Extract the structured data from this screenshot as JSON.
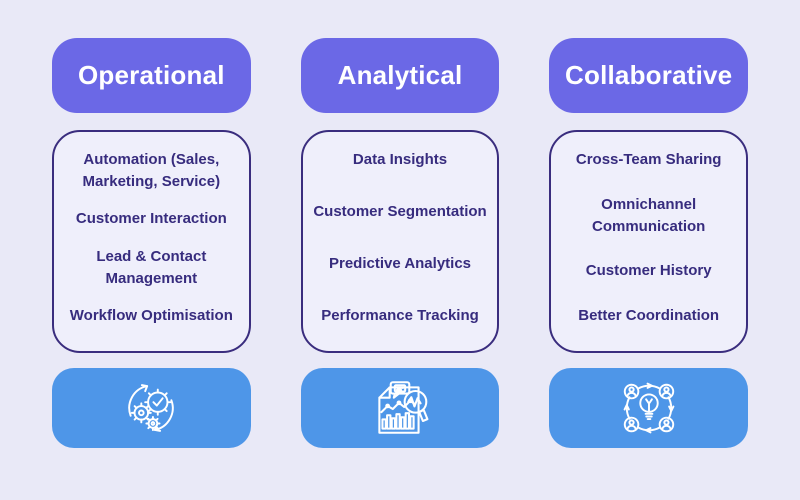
{
  "colors": {
    "page_bg": "#E9E9F7",
    "header_purple": "#6B68E6",
    "icon_blue": "#4E96E8",
    "outline_purple": "#3A2D7E",
    "text_dark": "#372C7E",
    "card_bg": "#EFEFFB",
    "icon_stroke": "#FFFFFF"
  },
  "columns": [
    {
      "title": "Operational",
      "items": [
        "Automation (Sales, Marketing, Service)",
        "Customer Interaction",
        "Lead & Contact Management",
        "Workflow Optimisation"
      ],
      "icon": "automation-gears-icon"
    },
    {
      "title": "Analytical",
      "items": [
        "Data Insights",
        "Customer Segmentation",
        "Predictive Analytics",
        "Performance Tracking"
      ],
      "icon": "analytics-report-icon"
    },
    {
      "title": "Collaborative",
      "items": [
        "Cross-Team Sharing",
        "Omnichannel Communication",
        "Customer History",
        "Better Coordination"
      ],
      "icon": "collaboration-idea-icon"
    }
  ]
}
